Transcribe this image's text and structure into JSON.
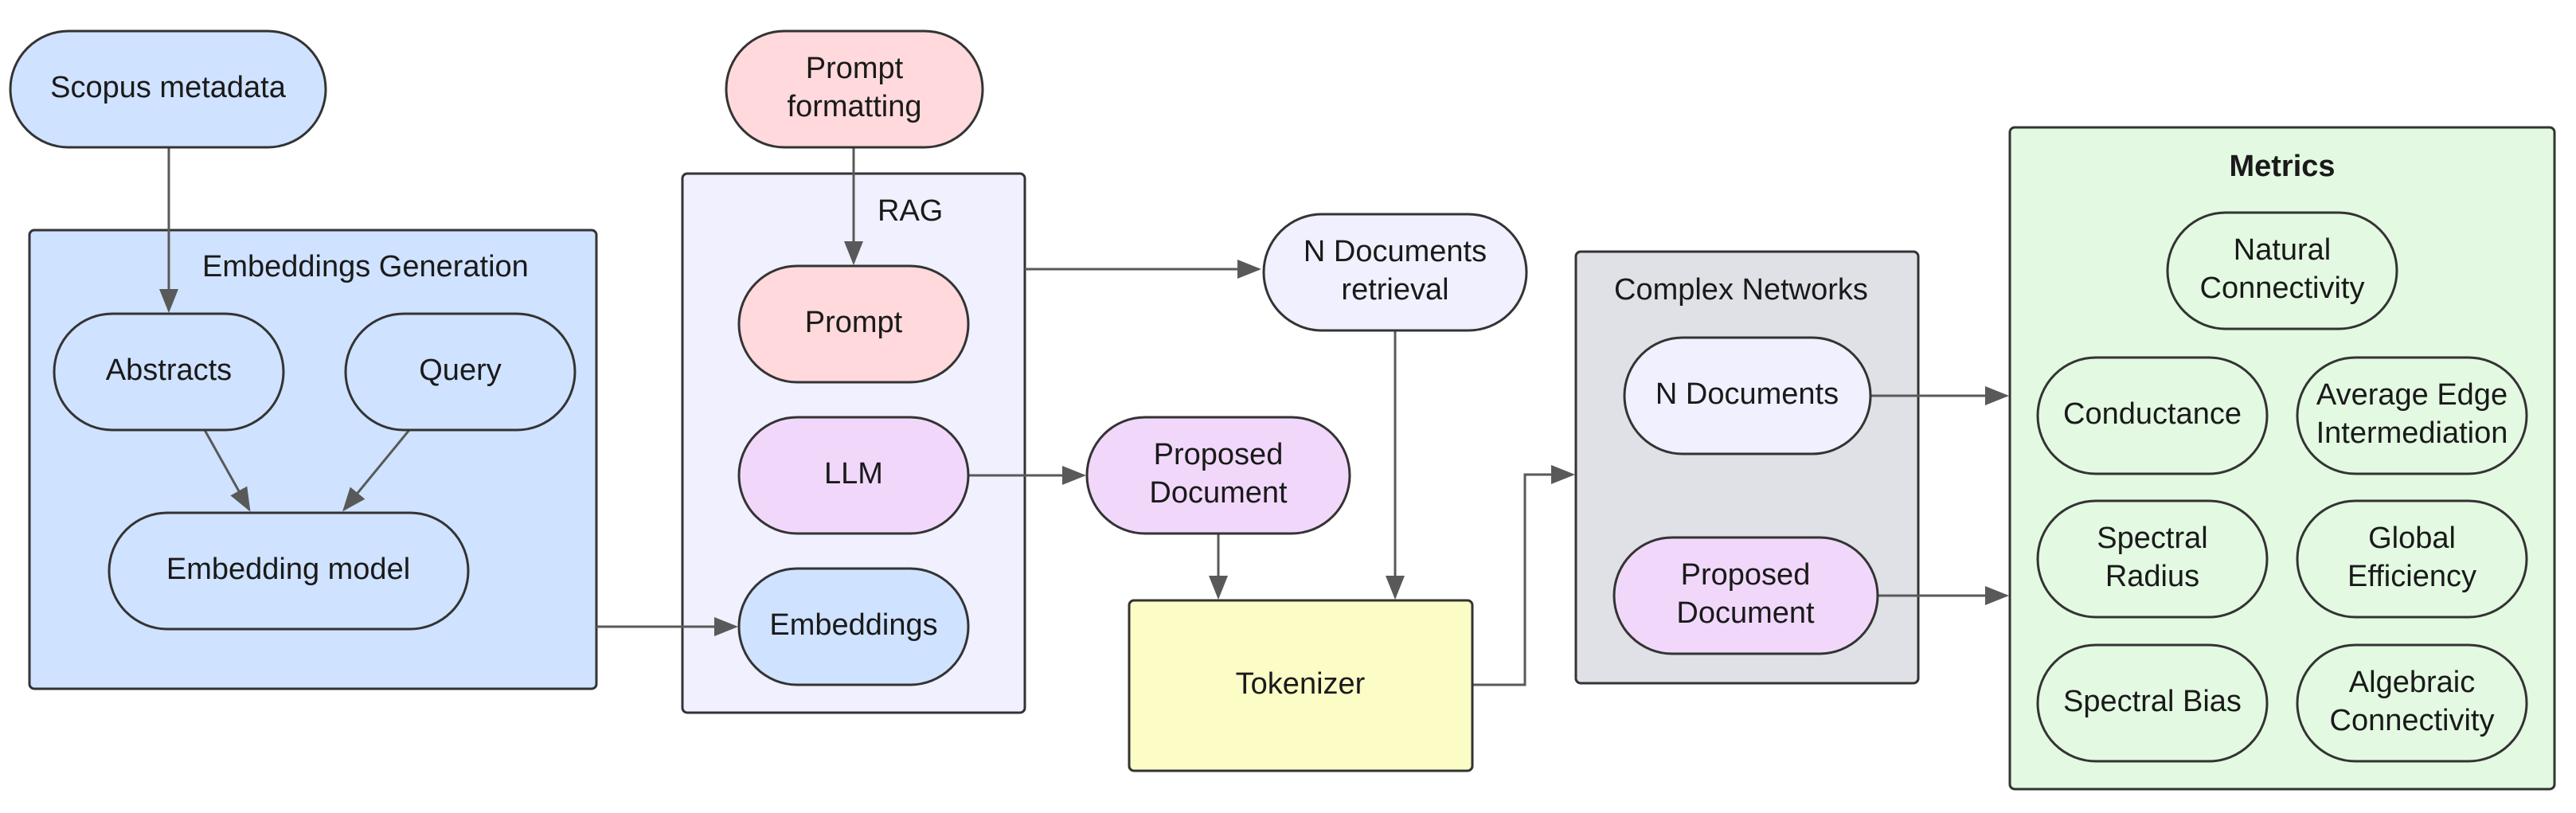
{
  "colors": {
    "blue": "#cfe2ff",
    "rag_bg": "#f0f0ff",
    "pink": "#ffd9db",
    "purple": "#f1d8fb",
    "yellow": "#fcfcc6",
    "gray": "#dfe1e6",
    "green": "#e3f9e2",
    "light_pill": "#f0f0ff"
  },
  "groups": {
    "embeddings_generation": "Embeddings Generation",
    "rag": "RAG",
    "complex_networks": "Complex Networks",
    "metrics": "Metrics"
  },
  "nodes": {
    "scopus_metadata": [
      "Scopus metadata"
    ],
    "abstracts": [
      "Abstracts"
    ],
    "query": [
      "Query"
    ],
    "embedding_model": [
      "Embedding model"
    ],
    "prompt_formatting": [
      "Prompt",
      "formatting"
    ],
    "prompt": [
      "Prompt"
    ],
    "llm": [
      "LLM"
    ],
    "embeddings": [
      "Embeddings"
    ],
    "n_documents_retrieval": [
      "N Documents",
      "retrieval"
    ],
    "proposed_document": [
      "Proposed",
      "Document"
    ],
    "tokenizer": [
      "Tokenizer"
    ],
    "cn_n_documents": [
      "N Documents"
    ],
    "cn_proposed_document": [
      "Proposed",
      "Document"
    ],
    "natural_connectivity": [
      "Natural",
      "Connectivity"
    ],
    "conductance": [
      "Conductance"
    ],
    "average_edge_intermediation": [
      "Average Edge",
      "Intermediation"
    ],
    "spectral_radius": [
      "Spectral",
      "Radius"
    ],
    "global_efficiency": [
      "Global",
      "Efficiency"
    ],
    "spectral_bias": [
      "Spectral Bias"
    ],
    "algebraic_connectivity": [
      "Algebraic",
      "Connectivity"
    ]
  }
}
